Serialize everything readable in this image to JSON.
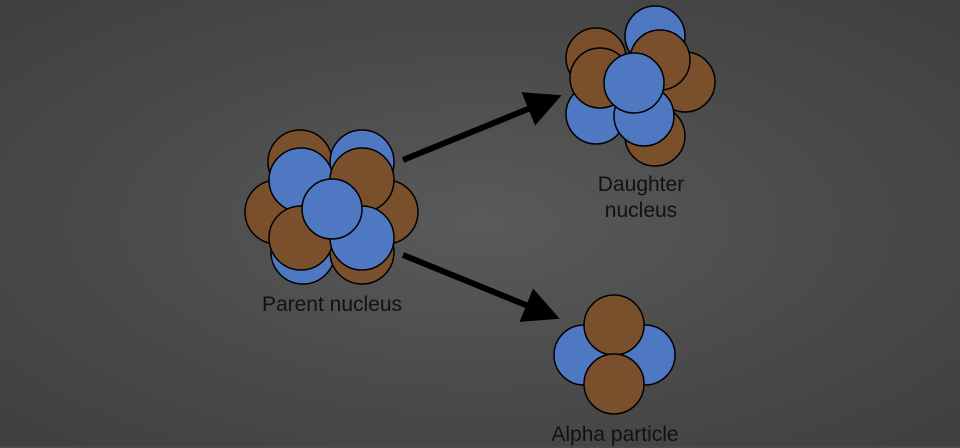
{
  "colors": {
    "proton": "#4f78c2",
    "neutron": "#7a4f2c",
    "outline": "#000000",
    "arrow": "#000000",
    "text": "#111111"
  },
  "labels": {
    "parent": "Parent nucleus",
    "daughter": "Daughter\nnucleus",
    "alpha": "Alpha particle"
  }
}
